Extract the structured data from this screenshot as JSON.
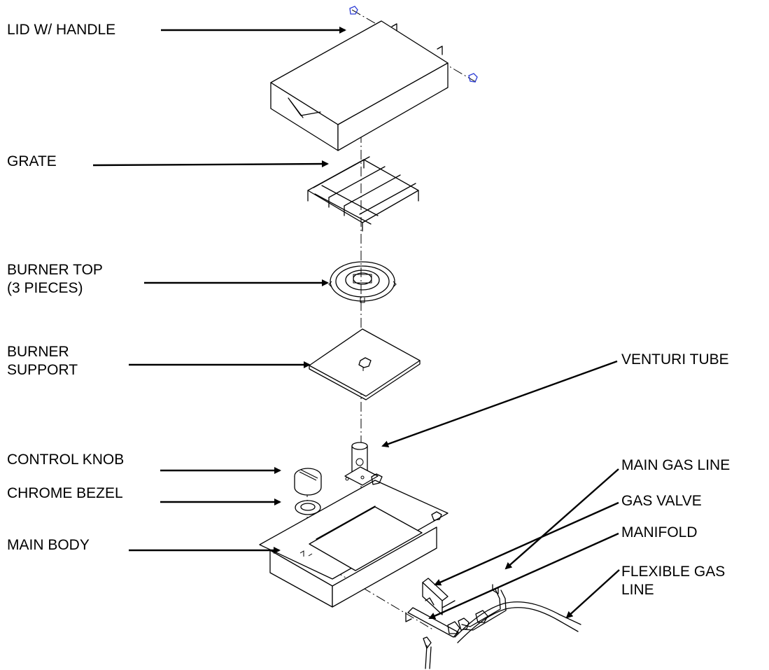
{
  "labels": {
    "lid": "LID W/ HANDLE",
    "grate": "GRATE",
    "burner_top_1": "BURNER TOP",
    "burner_top_2": "(3 PIECES)",
    "burner_support_1": "BURNER",
    "burner_support_2": "SUPPORT",
    "control_knob": "CONTROL KNOB",
    "chrome_bezel": "CHROME BEZEL",
    "main_body": "MAIN BODY",
    "venturi_tube": "VENTURI TUBE",
    "main_gas_line": "MAIN GAS LINE",
    "gas_valve": "GAS VALVE",
    "manifold": "MANIFOLD",
    "flexible_gas_line_1": "FLEXIBLE GAS",
    "flexible_gas_line_2": "LINE"
  },
  "colors": {
    "line": "#000000",
    "hinge_pins": "#2b3bd6",
    "background": "#ffffff"
  }
}
